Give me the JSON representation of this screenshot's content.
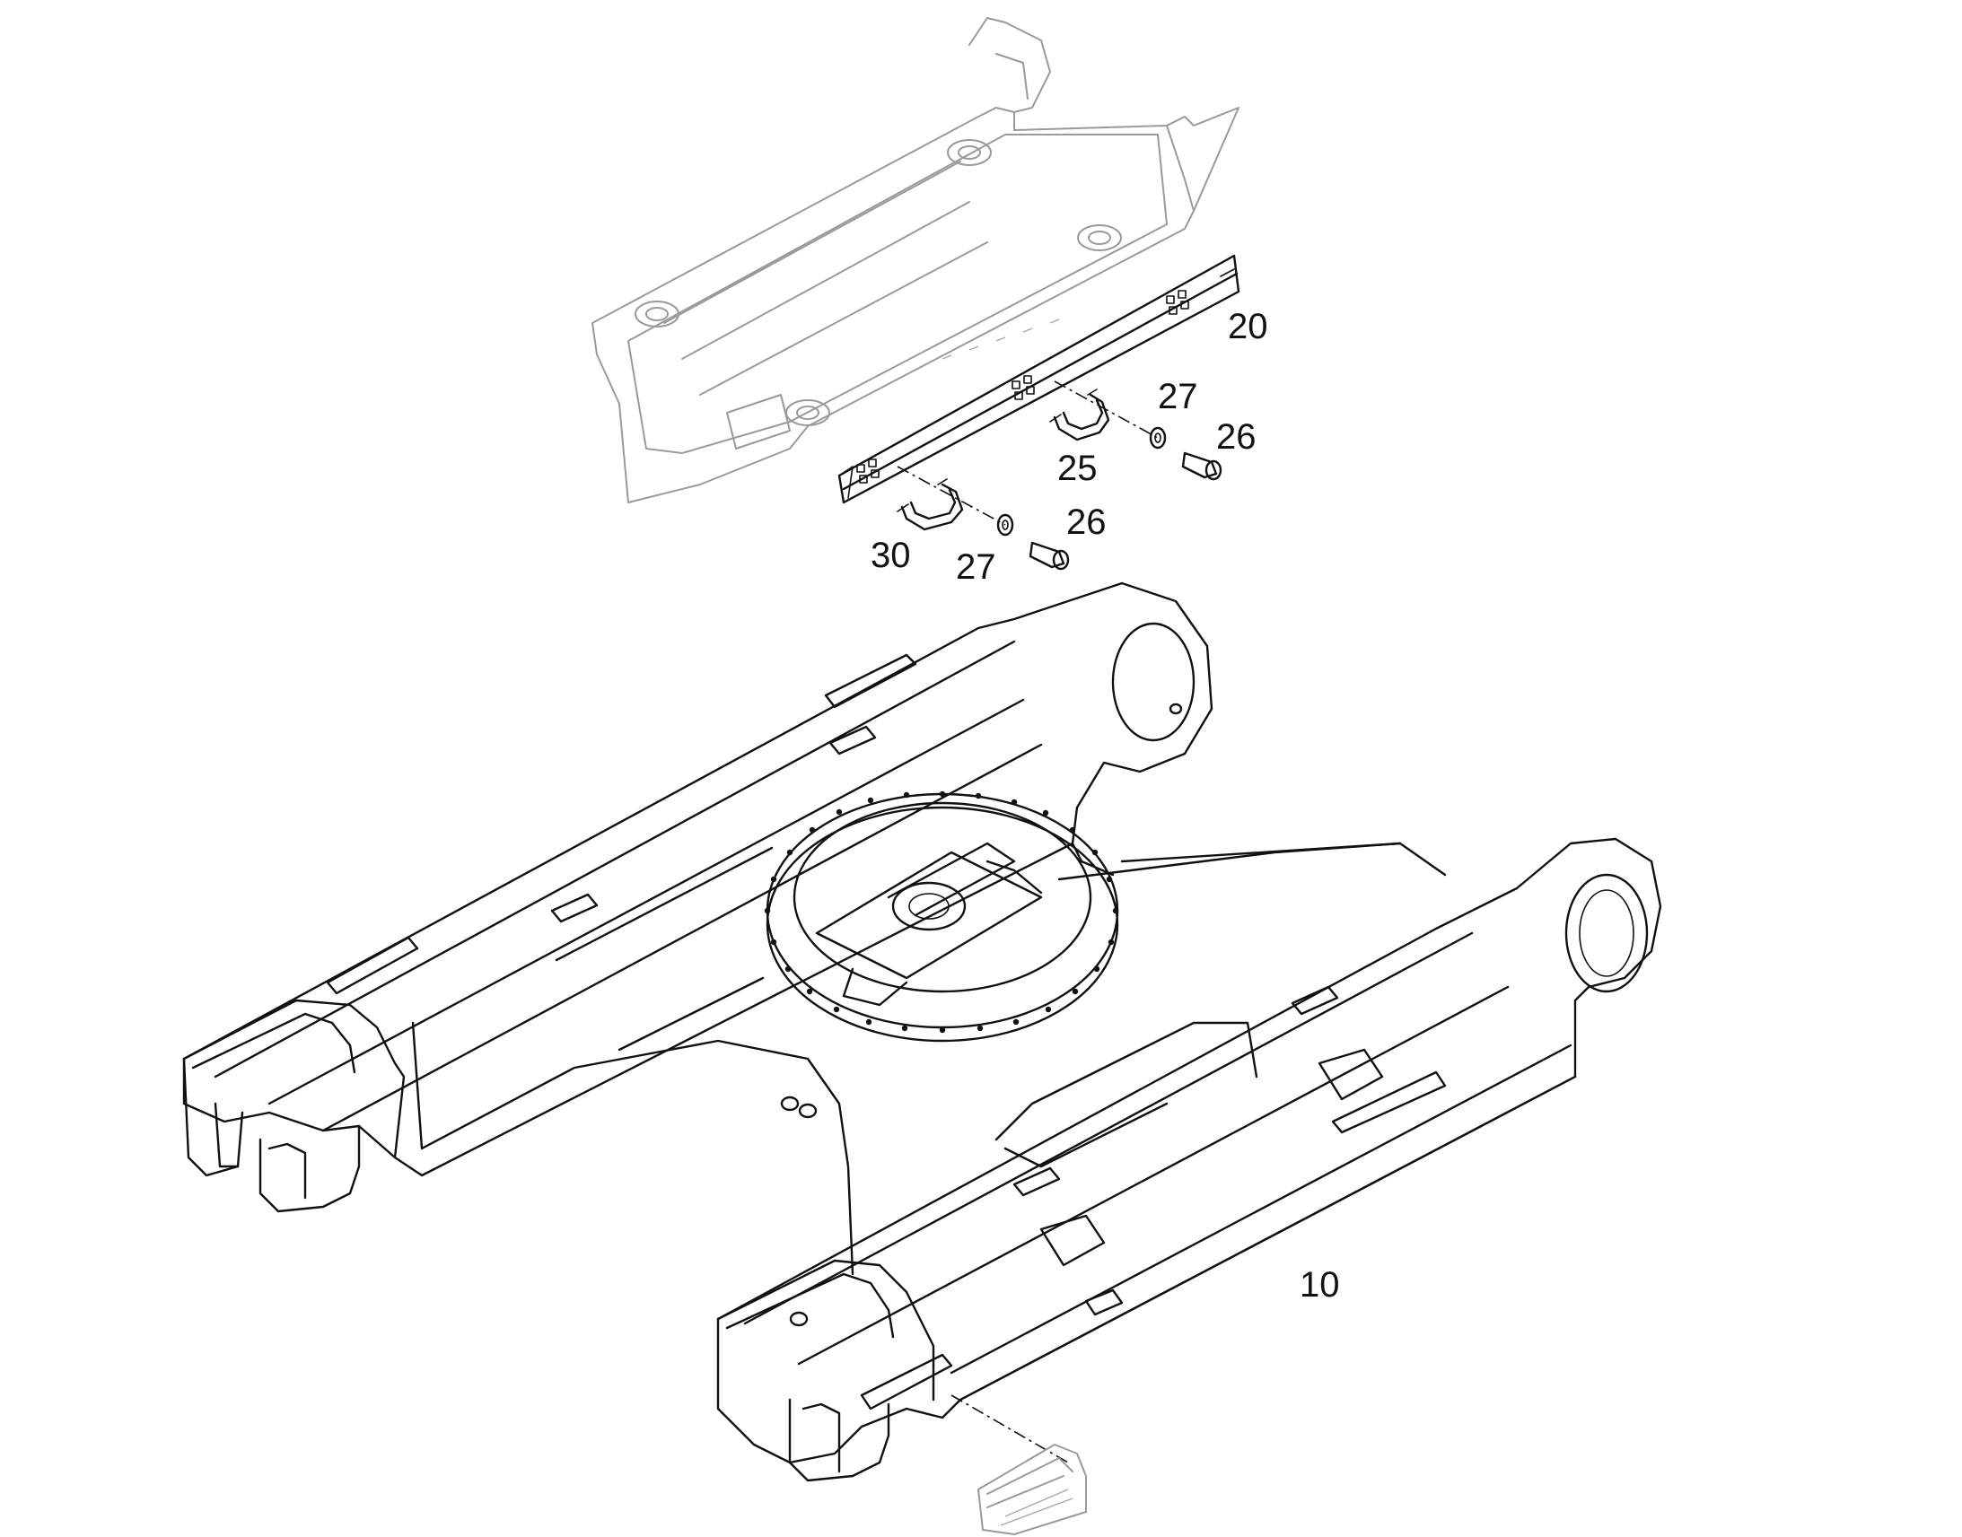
{
  "callouts": {
    "c10": "10",
    "c20": "20",
    "c25": "25",
    "c26a": "26",
    "c26b": "26",
    "c27a": "27",
    "c27b": "27",
    "c30": "30"
  }
}
